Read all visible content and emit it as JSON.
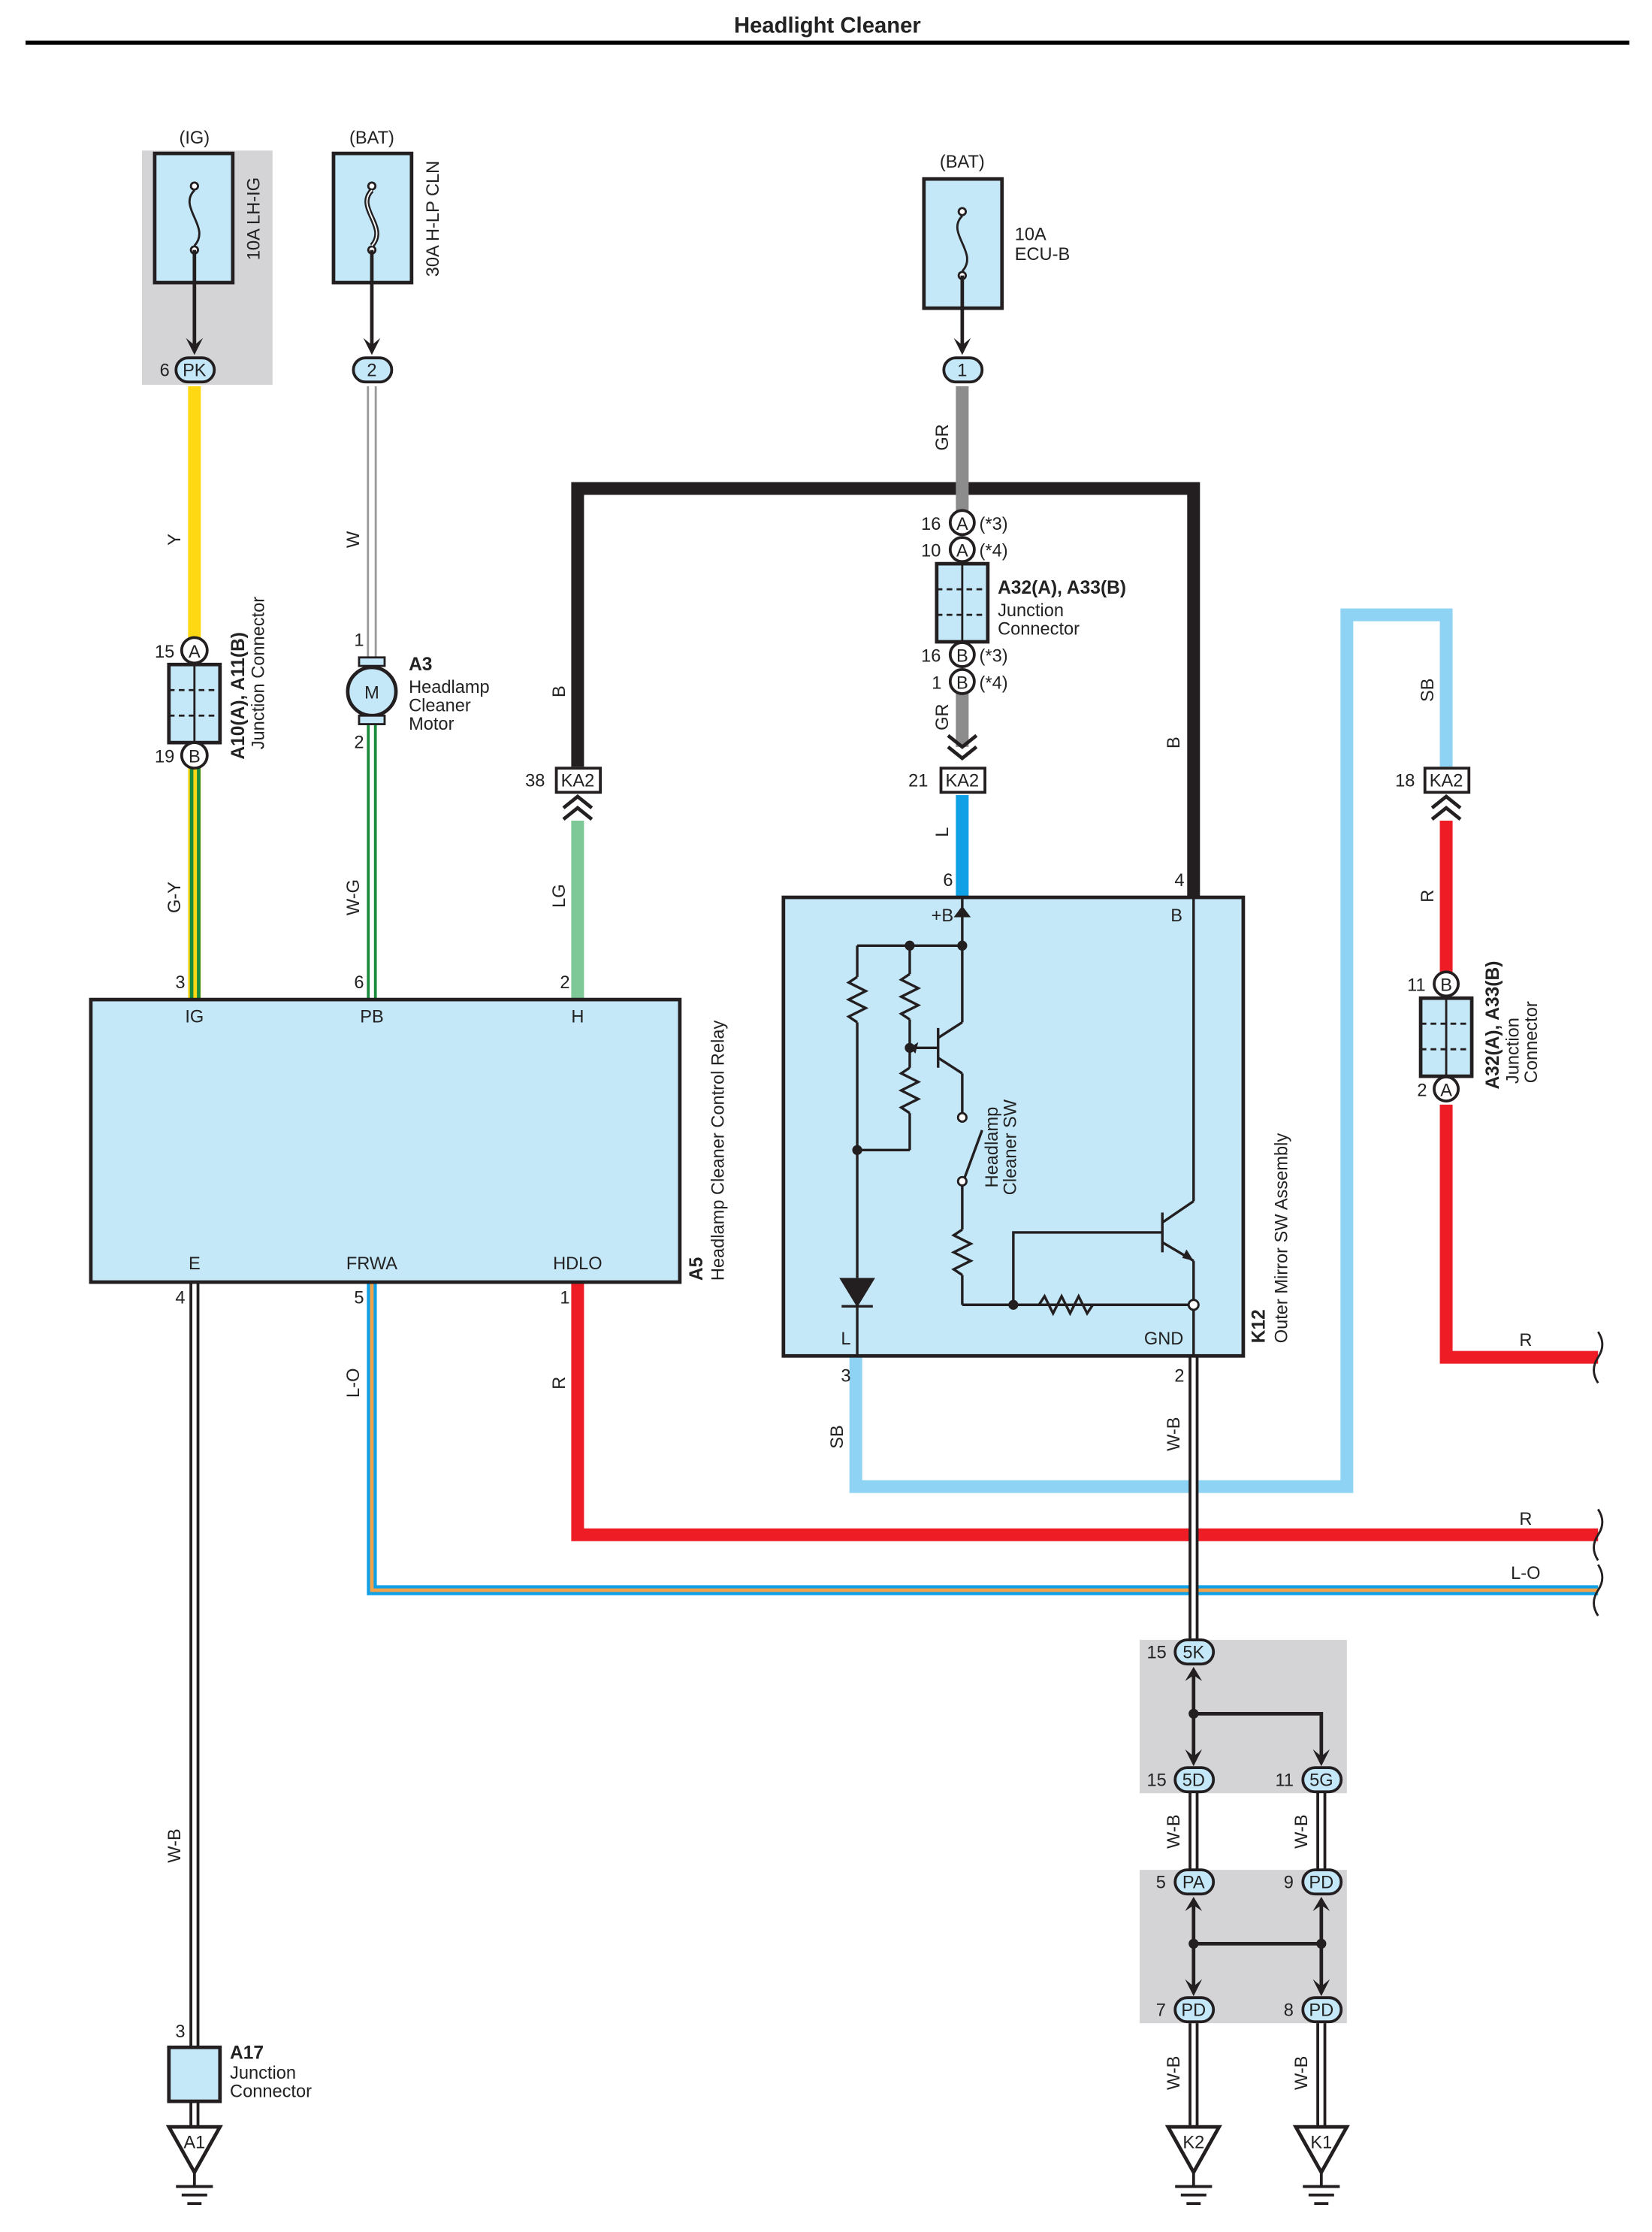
{
  "title": "Headlight Cleaner",
  "colors": {
    "yellow": "#ffd814",
    "red": "#ee1c25",
    "black": "#231f20",
    "gray": "#8c8c8c",
    "light_blue": "#0fa0e6",
    "sky_blue": "#8fd3f4",
    "light_green": "#7dc896",
    "green": "#1a8a3c",
    "orange": "#f2a24a",
    "component_fill": "#c5e8f8",
    "shade": "#d4d4d6"
  },
  "fuses": [
    {
      "supply": "(IG)",
      "label": "10A LH-IG",
      "pin": "6",
      "connector": "PK"
    },
    {
      "supply": "(BAT)",
      "label": "30A H-LP CLN",
      "pin": "",
      "connector": "2"
    },
    {
      "supply": "(BAT)",
      "label_amp": "10A",
      "label_name": "ECU-B",
      "pin": "",
      "connector": "1"
    }
  ],
  "wires": {
    "y": "Y",
    "w": "W",
    "b": "B",
    "gr": "GR",
    "l": "L",
    "sb": "SB",
    "r": "R",
    "gy": "G-Y",
    "wg": "W-G",
    "lg": "LG",
    "lo": "L-O",
    "wb": "W-B"
  },
  "jc_a10": {
    "pin_top": "15",
    "tag_top": "A",
    "pin_bottom": "19",
    "tag_bottom": "B",
    "id": "A10(A), A11(B)",
    "name": "Junction Connector"
  },
  "motor": {
    "id": "A3",
    "name1": "Headlamp",
    "name2": "Cleaner",
    "name3": "Motor",
    "symbol": "M",
    "pin_top": "1",
    "pin_bottom": "2"
  },
  "jc_a32_top": {
    "pin_a1": "16",
    "tag_a1": "A",
    "note_a1": "(*3)",
    "pin_a2": "10",
    "tag_a2": "A",
    "note_a2": "(*4)",
    "pin_b1": "16",
    "tag_b1": "B",
    "note_b1": "(*3)",
    "pin_b2": "1",
    "tag_b2": "B",
    "note_b2": "(*4)",
    "id": "A32(A), A33(B)",
    "name1": "Junction",
    "name2": "Connector"
  },
  "ka2": {
    "label": "KA2",
    "pin_lg": "38",
    "pin_gr": "21",
    "pin_sb": "18"
  },
  "relay": {
    "id": "A5",
    "name": "Headlamp Cleaner Control Relay",
    "pins_top": [
      {
        "num": "3",
        "name": "IG"
      },
      {
        "num": "6",
        "name": "PB"
      },
      {
        "num": "2",
        "name": "H"
      }
    ],
    "pins_bottom": [
      {
        "num": "4",
        "name": "E"
      },
      {
        "num": "5",
        "name": "FRWA"
      },
      {
        "num": "1",
        "name": "HDLO"
      }
    ]
  },
  "mirror_sw": {
    "id": "K12",
    "name": "Outer Mirror SW Assembly",
    "pin_pb": "6",
    "name_pb": "+B",
    "pin_b": "4",
    "name_b": "B",
    "pin_l": "3",
    "name_l": "L",
    "pin_gnd": "2",
    "name_gnd": "GND",
    "switch_label1": "Headlamp",
    "switch_label2": "Cleaner SW"
  },
  "jc_a32_right": {
    "pin_top": "11",
    "tag_top": "B",
    "pin_bottom": "2",
    "tag_bottom": "A",
    "id": "A32(A), A33(B)",
    "name1": "Junction",
    "name2": "Connector"
  },
  "splices": {
    "s5k": {
      "pin": "15",
      "label": "5K"
    },
    "s5d": {
      "pin": "15",
      "label": "5D"
    },
    "s5g": {
      "pin": "11",
      "label": "5G"
    },
    "spa": {
      "pin": "5",
      "label": "PA"
    },
    "spd_top": {
      "pin": "9",
      "label": "PD"
    },
    "spd_l": {
      "pin": "7",
      "label": "PD"
    },
    "spd_r": {
      "pin": "8",
      "label": "PD"
    }
  },
  "jc_a17": {
    "pin": "3",
    "id": "A17",
    "name1": "Junction",
    "name2": "Connector"
  },
  "grounds": [
    "A1",
    "K2",
    "K1"
  ]
}
